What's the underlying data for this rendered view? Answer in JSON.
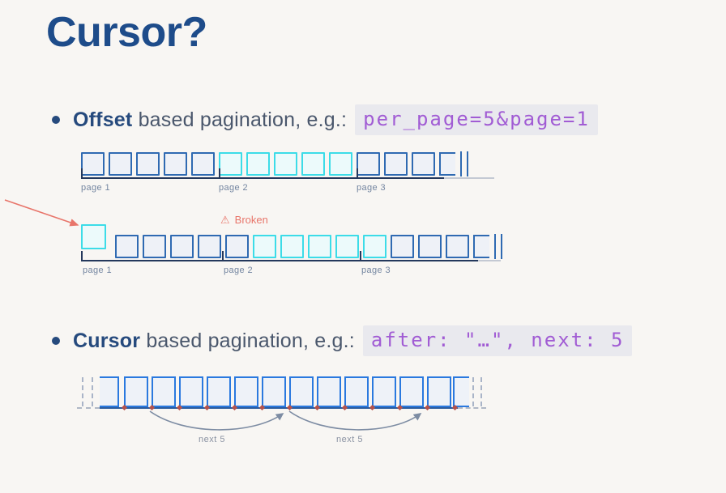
{
  "slide": {
    "title": "Cursor?"
  },
  "bullets": [
    {
      "keyword": "Offset",
      "rest": " based pagination, e.g.:",
      "code": "per_page=5&page=1"
    },
    {
      "keyword": "Cursor",
      "rest": " based pagination, e.g.:",
      "code": "after: \"…\", next: 5"
    }
  ],
  "diagram_offset": {
    "boxes": [
      "blue",
      "blue",
      "blue",
      "blue",
      "blue",
      "cyan",
      "cyan",
      "cyan",
      "cyan",
      "cyan",
      "blue",
      "blue",
      "blue"
    ],
    "page_labels": [
      "page 1",
      "page 2",
      "page 3"
    ]
  },
  "diagram_broken": {
    "warning_label": "Broken",
    "warning_icon": "⚠",
    "inserted_box": "cyan",
    "boxes": [
      "blue",
      "blue",
      "blue",
      "blue",
      "blue",
      "cyan",
      "cyan",
      "cyan",
      "cyan",
      "cyan",
      "blue",
      "blue",
      "blue"
    ],
    "page_labels": [
      "page 1",
      "page 2",
      "page 3"
    ]
  },
  "diagram_cursor": {
    "box_count": 12,
    "arrow_labels": [
      "next 5",
      "next 5"
    ]
  },
  "colors": {
    "background": "#f8f6f3",
    "title": "#1e4c8a",
    "keyword": "#264a7d",
    "body_text": "#4a576c",
    "code_text": "#a15cd4",
    "code_bg": "#e9e9ee",
    "box_blue_border": "#2f6ab2",
    "box_cyan_border": "#3cdce8",
    "box_bright_blue": "#2a79df",
    "bracket": "#24385c",
    "warning": "#e8756a",
    "page_label": "#7385a0",
    "cursor_tick": "#b5524a",
    "cursor_arrow": "#7d8ca3"
  }
}
